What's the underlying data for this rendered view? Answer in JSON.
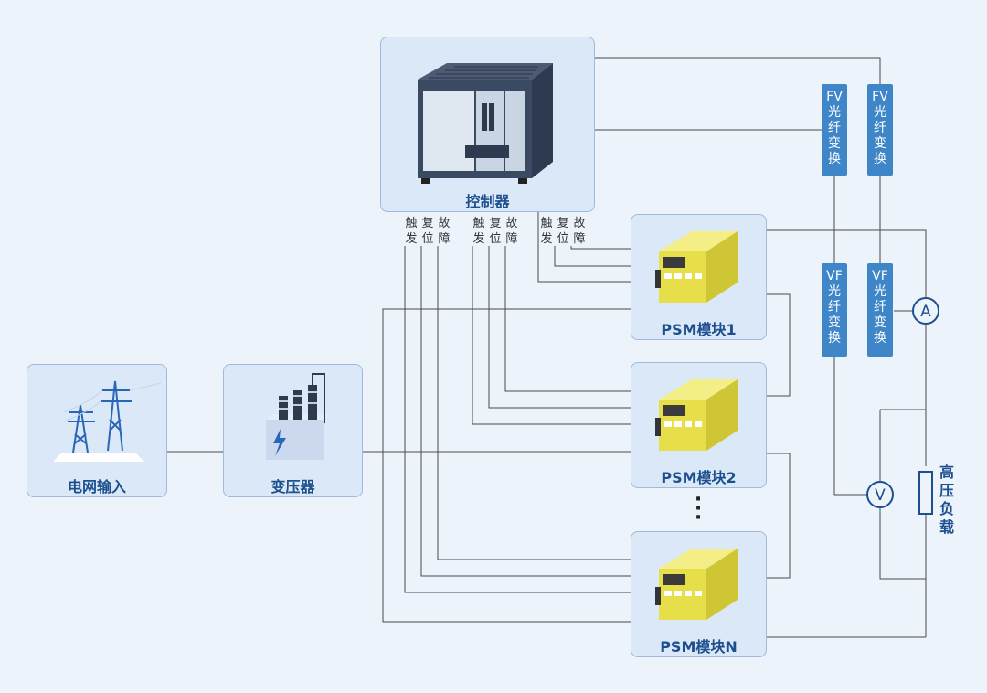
{
  "controller": {
    "label": "控制器"
  },
  "grid_input": {
    "label": "电网输入"
  },
  "transformer": {
    "label": "变压器"
  },
  "psm_modules": [
    {
      "label": "PSM模块1"
    },
    {
      "label": "PSM模块2"
    },
    {
      "label": "PSM模块N"
    }
  ],
  "signal_labels": {
    "trigger": [
      "触",
      "发"
    ],
    "reset": [
      "复",
      "位"
    ],
    "fault": [
      "故",
      "障"
    ]
  },
  "fiber_fv": [
    "F",
    "V",
    "光",
    "纤",
    "变",
    "换"
  ],
  "fiber_vf": [
    "V",
    "F",
    "光",
    "纤",
    "变",
    "换"
  ],
  "meters": {
    "ammeter": "A",
    "voltmeter": "V"
  },
  "load_label": [
    "高",
    "压",
    "负",
    "载"
  ],
  "ellipsis": [
    "·",
    "·",
    "·"
  ],
  "colors": {
    "line": "#4a4a4a",
    "box_fill": "#dbe8f7",
    "box_border": "#9fbbd9",
    "label": "#1d4f8f",
    "fiber": "#3f86c9",
    "psm_yellow": "#e6df4a"
  }
}
